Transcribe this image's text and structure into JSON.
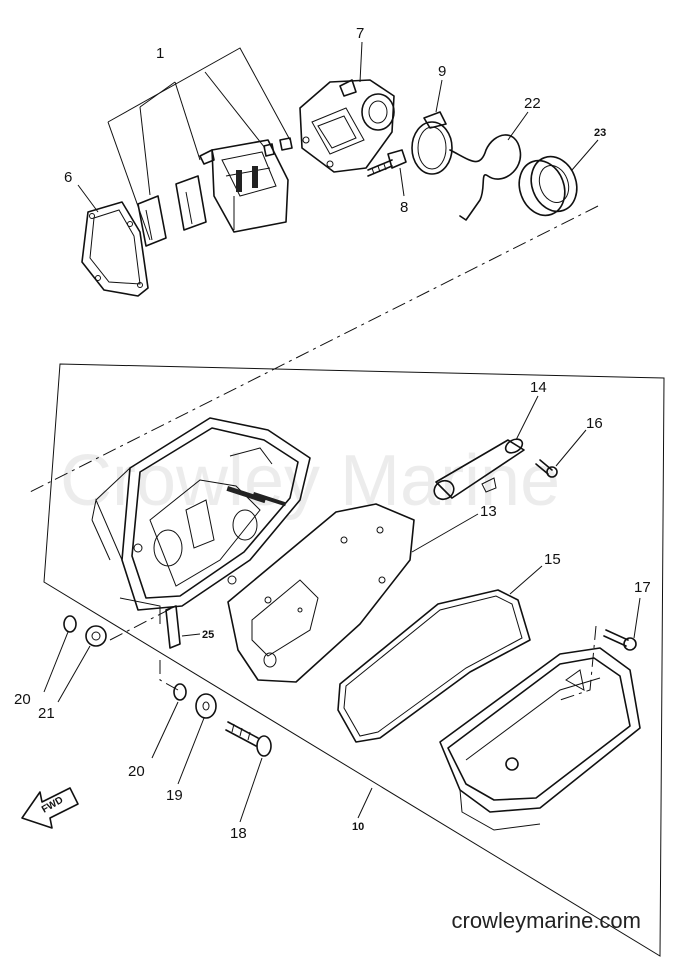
{
  "watermark": "Crowley Marine",
  "credit": "crowleymarine.com",
  "direction_label": "FWD",
  "callouts": {
    "p1": "1",
    "p6": "6",
    "p7": "7",
    "p8": "8",
    "p9": "9",
    "p22": "22",
    "p23": "23",
    "p14": "14",
    "p16": "16",
    "p13": "13",
    "p15": "15",
    "p17": "17",
    "p25": "25",
    "p20a": "20",
    "p21": "21",
    "p20b": "20",
    "p19": "19",
    "p18": "18",
    "p10": "10"
  }
}
